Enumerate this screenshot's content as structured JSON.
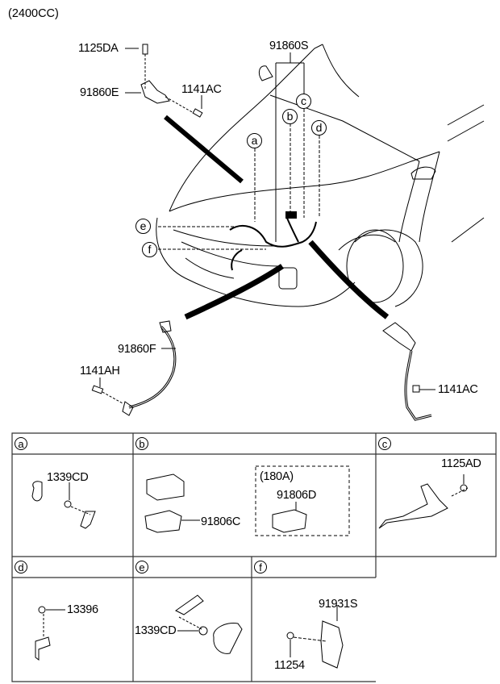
{
  "engine_note": "(2400CC)",
  "main_labels": {
    "p1125DA": "1125DA",
    "p91860E": "91860E",
    "p1141AC_top": "1141AC",
    "p91860S": "91860S",
    "p91860F": "91860F",
    "p1141AH": "1141AH",
    "p1141AC_right": "1141AC"
  },
  "callouts": [
    "a",
    "b",
    "c",
    "d",
    "e",
    "f"
  ],
  "detail_table": {
    "cells": [
      {
        "key": "a",
        "parts": [
          "1339CD"
        ]
      },
      {
        "key": "b",
        "parts": [
          "91806C"
        ],
        "option_box": {
          "label": "(180A)",
          "part": "91806D"
        }
      },
      {
        "key": "c",
        "parts": [
          "1125AD"
        ]
      },
      {
        "key": "d",
        "parts": [
          "13396"
        ]
      },
      {
        "key": "e",
        "parts": [
          "1339CD"
        ]
      },
      {
        "key": "f",
        "parts": [
          "91931S",
          "11254"
        ]
      }
    ]
  }
}
